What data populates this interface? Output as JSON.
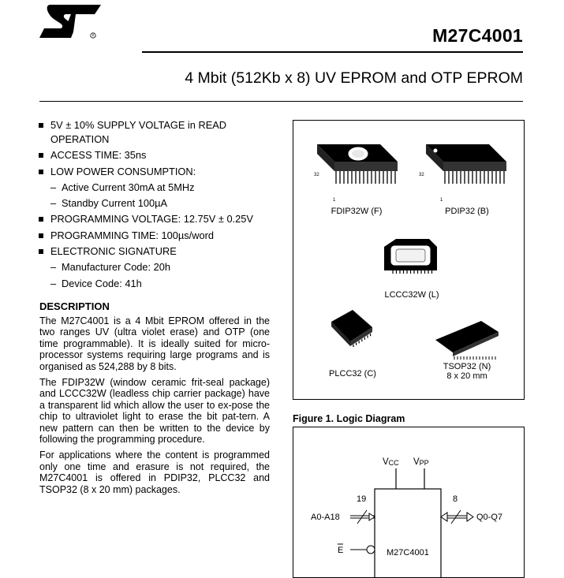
{
  "header": {
    "part_number": "M27C4001",
    "subtitle": "4 Mbit (512Kb x 8) UV EPROM and OTP EPROM",
    "logo_text": "ST"
  },
  "features": [
    {
      "level": "top",
      "text": "5V ± 10% SUPPLY VOLTAGE in READ OPERATION"
    },
    {
      "level": "top",
      "text": "ACCESS TIME: 35ns"
    },
    {
      "level": "top",
      "text": "LOW POWER CONSUMPTION:"
    },
    {
      "level": "sub",
      "text": "Active Current 30mA at 5MHz"
    },
    {
      "level": "sub",
      "text": "Standby Current 100µA"
    },
    {
      "level": "top",
      "text": "PROGRAMMING VOLTAGE: 12.75V ± 0.25V"
    },
    {
      "level": "top",
      "text": "PROGRAMMING TIME: 100µs/word"
    },
    {
      "level": "top",
      "text": "ELECTRONIC SIGNATURE"
    },
    {
      "level": "sub",
      "text": "Manufacturer Code: 20h"
    },
    {
      "level": "sub",
      "text": "Device Code: 41h"
    }
  ],
  "description": {
    "heading": "DESCRIPTION",
    "paragraphs": [
      "The M27C4001 is a 4 Mbit EPROM offered in the two ranges UV (ultra violet erase) and OTP (one time programmable). It is ideally suited for micro-processor systems requiring large programs and is organised as 524,288 by 8 bits.",
      "The FDIP32W (window ceramic frit-seal package) and LCCC32W (leadless chip carrier package) have a transparent lid which allow the user to ex-pose the chip to ultraviolet light to erase the bit pat-tern. A new pattern can then be written to the device by following the programming procedure.",
      "For applications where the content is programmed only one time and erasure is not required, the M27C4001 is offered in PDIP32, PLCC32 and TSOP32 (8 x 20 mm) packages."
    ]
  },
  "packages": {
    "fdip_label": "FDIP32W (F)",
    "pdip_label": "PDIP32 (B)",
    "lccc_label": "LCCC32W (L)",
    "plcc_label": "PLCC32 (C)",
    "tsop_label": "TSOP32 (N)",
    "tsop_sub": "8 x 20 mm",
    "pin32": "32",
    "pin1": "1"
  },
  "figure": {
    "title": "Figure 1. Logic Diagram",
    "vcc": "V",
    "vcc_sub": "CC",
    "vpp": "V",
    "vpp_sub": "PP",
    "addr_label": "A0-A18",
    "addr_count": "19",
    "data_label": "Q0-Q7",
    "data_count": "8",
    "enable_label": "E",
    "chip_label": "M27C4001"
  }
}
